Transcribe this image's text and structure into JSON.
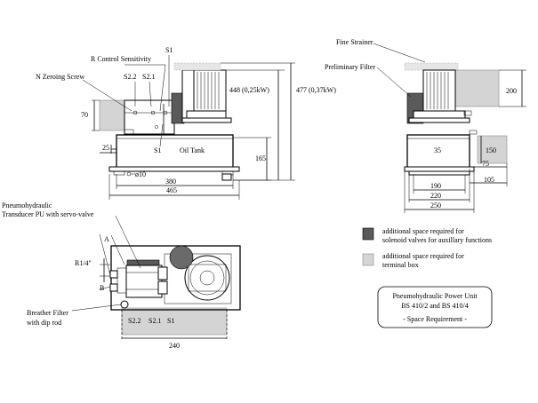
{
  "labels": {
    "zeroing_screw": "N  Zeroing Screw",
    "control_sensitivity": "R  Control Sensitivity",
    "s1": "S1",
    "s22": "S2.2",
    "s21": "S2.1",
    "oil_tank": "Oil Tank",
    "fine_strainer": "Fine Strainer",
    "preliminary_filter": "Preliminary Filter",
    "transducer_line1": "Pneumohydraulic",
    "transducer_line2": "Transducer PU with servo-valve",
    "port_a": "A",
    "port_b": "B",
    "r14": "R1/4\"",
    "breather_line1": "Breather Filter",
    "breather_line2": "with dip rod"
  },
  "dimensions": {
    "d70": "70",
    "d25": "25",
    "d10": "ø10",
    "d380": "380",
    "d465": "465",
    "d165": "165",
    "d448": "448 (0,25kW)",
    "d477": "477 (0,37kW)",
    "d200": "200",
    "d150": "150",
    "d35": "35",
    "d75": "75",
    "d105": "105",
    "d190": "190",
    "d220": "220",
    "d250": "250",
    "d240": "240"
  },
  "legend": {
    "dark_line1": "additional space required for",
    "dark_line2": "solenoid valves for auxillary functions",
    "light_line1": "additional space required for",
    "light_line2": "terminal box",
    "dark_color": "#5a5a5a",
    "light_color": "#d4d4d4"
  },
  "title_box": {
    "line1": "Pneumohydraulic Power Unit",
    "line2": "BS 410/2  and  BS 410/4",
    "line3": "- Space Requirement -"
  }
}
